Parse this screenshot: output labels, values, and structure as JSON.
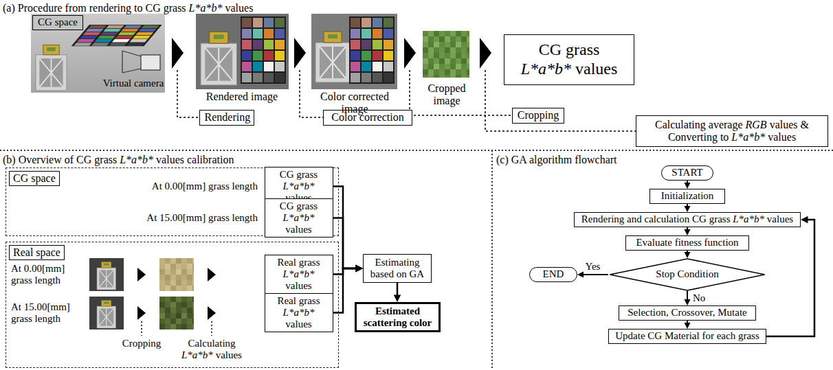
{
  "diagram": {
    "nodes": [
      {
        "text": [
          "CG space"
        ]
      },
      {
        "text": [
          "Rendering"
        ]
      },
      {
        "text": [
          "Color correction"
        ]
      },
      {
        "text": [
          "Cropping"
        ]
      },
      {
        "text": [
          "CG grass L*a*b* values"
        ]
      },
      {
        "text": [
          "Calculating average RGB values & Converting to L*a*b* values"
        ]
      },
      {
        "text": [
          "CG space"
        ]
      },
      {
        "text": [
          "CG grass L*a*b* values"
        ],
        "in": 6
      },
      {
        "text": [
          "CG grass L*a*b* values"
        ],
        "in": 6
      },
      {
        "text": [
          "Real space"
        ]
      },
      {
        "text": [
          "Real grass L*a*b* values"
        ],
        "in": 9
      },
      {
        "text": [
          "Real grass L*a*b* values"
        ],
        "in": 9
      },
      {
        "text": [
          "Estimating based on GA"
        ]
      },
      {
        "text": [
          "Estimated scattering color"
        ]
      },
      {
        "text": [
          "START"
        ]
      },
      {
        "text": [
          "Initialization"
        ]
      },
      {
        "text": [
          "Rendering and calculation CG grass L*a*b* values"
        ]
      },
      {
        "text": [
          "Evaluate fitness function"
        ]
      },
      {
        "text": [
          "Stop Condition"
        ]
      },
      {
        "text": [
          "END"
        ]
      },
      {
        "text": [
          "Selection, Crossover, Mutate"
        ]
      },
      {
        "text": [
          "Update CG Material for each grass"
        ]
      }
    ],
    "edges": [
      {
        "from": 7,
        "to": 12,
        "arrow": "to"
      },
      {
        "from": 8,
        "to": 12,
        "arrow": "to"
      },
      {
        "from": 10,
        "to": 12,
        "arrow": "to"
      },
      {
        "from": 11,
        "to": 12,
        "arrow": "to"
      },
      {
        "from": 12,
        "to": 13,
        "arrow": "to"
      },
      {
        "from": 14,
        "to": 15,
        "arrow": "to"
      },
      {
        "from": 15,
        "to": 16,
        "arrow": "to"
      },
      {
        "from": 16,
        "to": 17,
        "arrow": "to"
      },
      {
        "from": 17,
        "to": 18,
        "arrow": "to"
      },
      {
        "from": 18,
        "to": 19,
        "label": "Yes",
        "arrow": "to"
      },
      {
        "from": 18,
        "to": 20,
        "label": "No",
        "arrow": "to"
      },
      {
        "from": 20,
        "to": 21,
        "arrow": "to"
      },
      {
        "from": 21,
        "to": 16,
        "arrow": "to"
      }
    ],
    "labels": [
      "(a) Procedure from rendering to CG grass L*a*b* values",
      "Virtual camera",
      "Rendered image",
      "Color corrected image",
      "Cropped image",
      "(b) Overview of CG grass L*a*b* values calibration",
      "At 0.00[mm] grass length",
      "At 15.00[mm] grass length",
      "At 0.00[mm] grass length",
      "At 15.00[mm] grass length",
      "Cropping",
      "Calculating L*a*b* values",
      "(c) GA algorithm flowchart"
    ]
  }
}
